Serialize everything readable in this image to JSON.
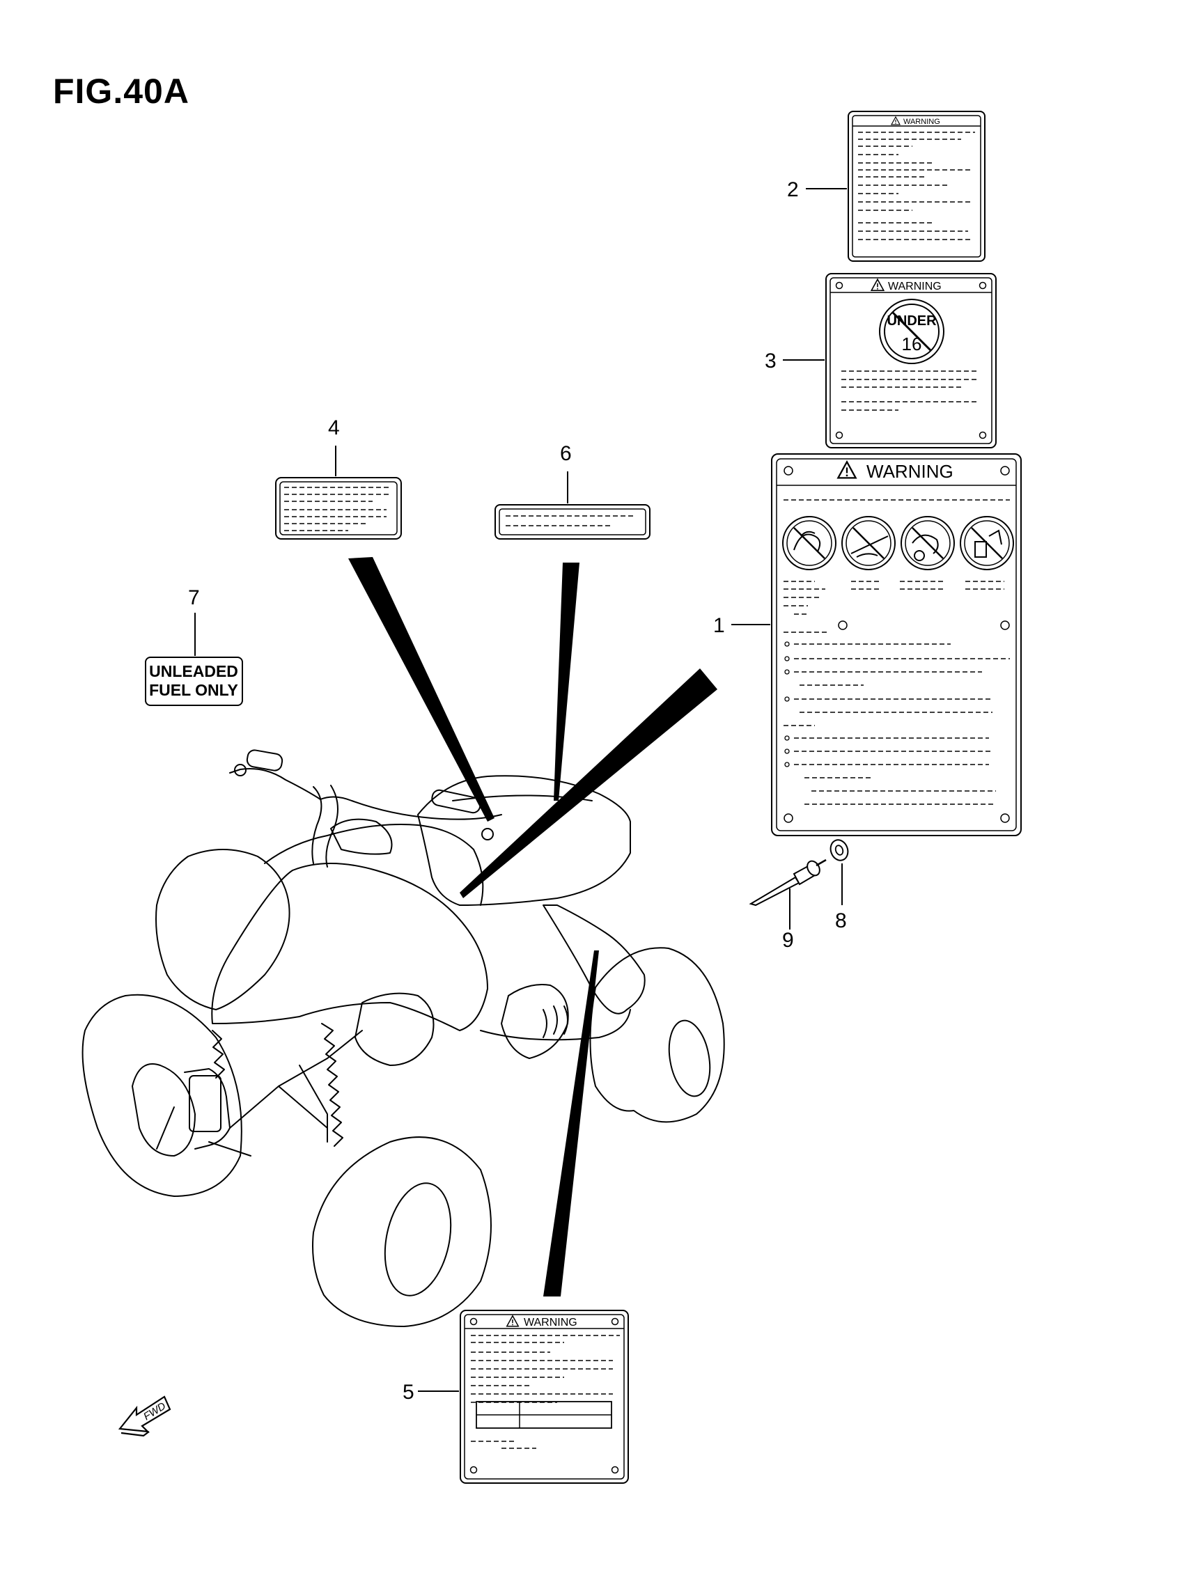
{
  "figure": {
    "title": "FIG.40A"
  },
  "callouts": [
    "1",
    "2",
    "3",
    "4",
    "5",
    "6",
    "7",
    "8",
    "9"
  ],
  "labels": {
    "warning": "WARNING",
    "under": "UNDER",
    "age": "16",
    "unleaded_line1": "UNLEADED",
    "unleaded_line2": "FUEL ONLY",
    "fwd": "FWD"
  },
  "icons": [
    "warning-triangle-icon",
    "no-under-16-icon",
    "fwd-arrow-icon",
    "prohibition-icon"
  ]
}
